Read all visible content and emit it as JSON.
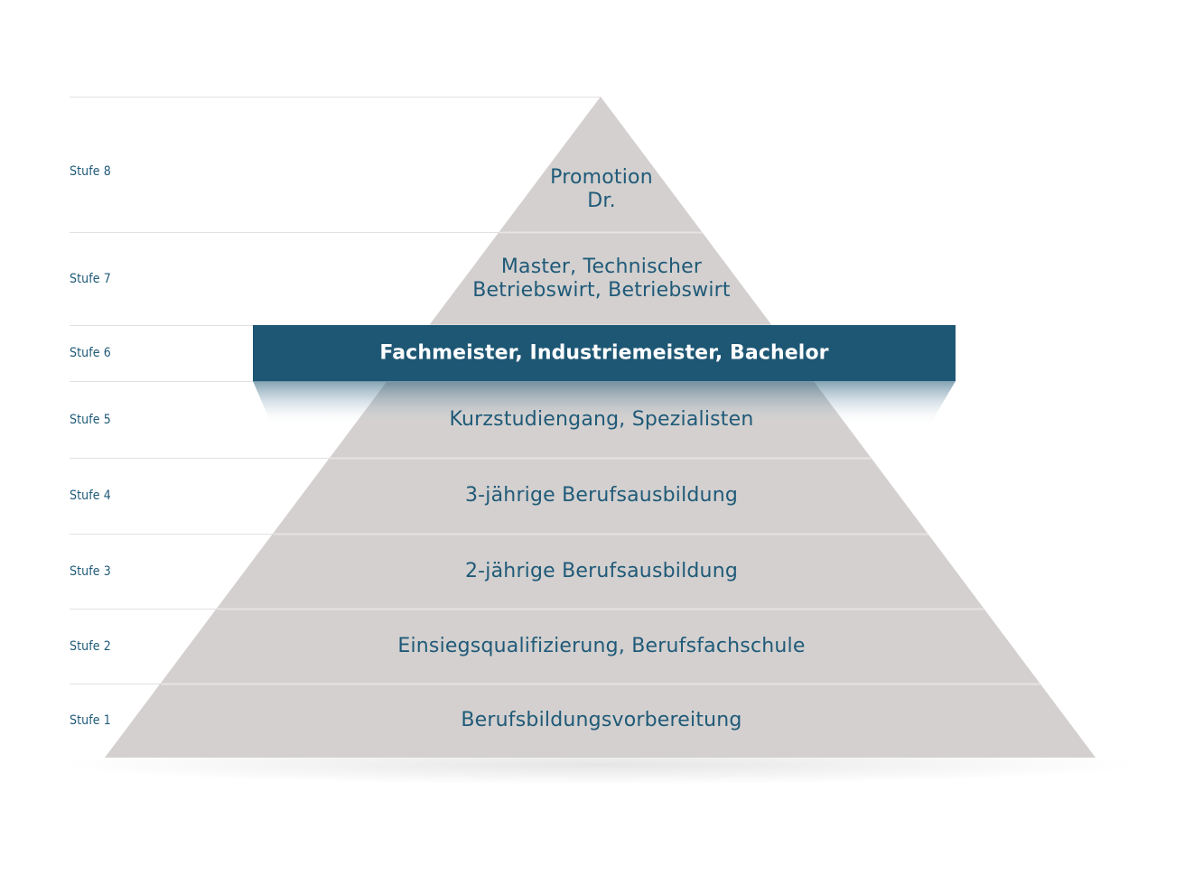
{
  "diagram": {
    "colors": {
      "pyramid": "#d3d0cf",
      "divider": "#e6e3e2",
      "rule": "#e1e1e1",
      "label": "#1f5a78",
      "highlight": "#1e5774",
      "highlight_text": "#ffffff"
    },
    "levels": [
      {
        "id": 8,
        "label": "Stufe 8",
        "lines": [
          "Promotion",
          "Dr."
        ],
        "highlighted": false
      },
      {
        "id": 7,
        "label": "Stufe 7",
        "lines": [
          "Master, Technischer",
          "Betriebswirt, Betriebswirt"
        ],
        "highlighted": false
      },
      {
        "id": 6,
        "label": "Stufe 6",
        "lines": [
          "Fachmeister, Industriemeister, Bachelor"
        ],
        "highlighted": true
      },
      {
        "id": 5,
        "label": "Stufe 5",
        "lines": [
          "Kurzstudiengang, Spezialisten"
        ],
        "highlighted": false
      },
      {
        "id": 4,
        "label": "Stufe 4",
        "lines": [
          "3-jährige Berufsausbildung"
        ],
        "highlighted": false
      },
      {
        "id": 3,
        "label": "Stufe 3",
        "lines": [
          "2-jährige Berufsausbildung"
        ],
        "highlighted": false
      },
      {
        "id": 2,
        "label": "Stufe 2",
        "lines": [
          "Einsiegsqualifizierung, Berufsfachschule"
        ],
        "highlighted": false
      },
      {
        "id": 1,
        "label": "Stufe 1",
        "lines": [
          "Berufsbildungsvorbereitung"
        ],
        "highlighted": false
      }
    ]
  }
}
